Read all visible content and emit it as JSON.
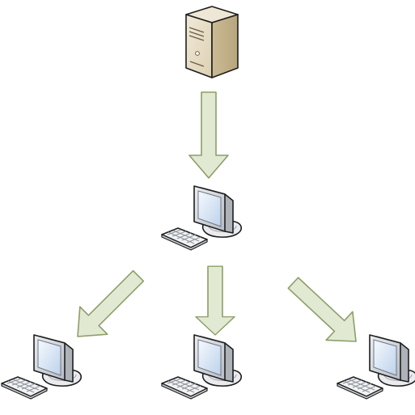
{
  "diagram": {
    "kind": "network-distribution",
    "nodes": [
      {
        "id": "server",
        "type": "server-tower",
        "icon": "server-icon"
      },
      {
        "id": "hub",
        "type": "workstation",
        "icon": "computer-icon"
      },
      {
        "id": "client-left",
        "type": "workstation",
        "icon": "computer-icon"
      },
      {
        "id": "client-center",
        "type": "workstation",
        "icon": "computer-icon"
      },
      {
        "id": "client-right",
        "type": "workstation",
        "icon": "computer-icon"
      }
    ],
    "edges": [
      {
        "from": "server",
        "to": "hub"
      },
      {
        "from": "hub",
        "to": "client-left"
      },
      {
        "from": "hub",
        "to": "client-center"
      },
      {
        "from": "hub",
        "to": "client-right"
      }
    ]
  },
  "colors": {
    "arrow_fill": "#e2e9d3",
    "arrow_stroke": "#8c9e68",
    "server_body": "#e6dbc4",
    "server_front": "#d2c3a0",
    "monitor_frame": "#d7dade",
    "screen": "#d8e6f5",
    "outline": "#1e1e1e"
  }
}
